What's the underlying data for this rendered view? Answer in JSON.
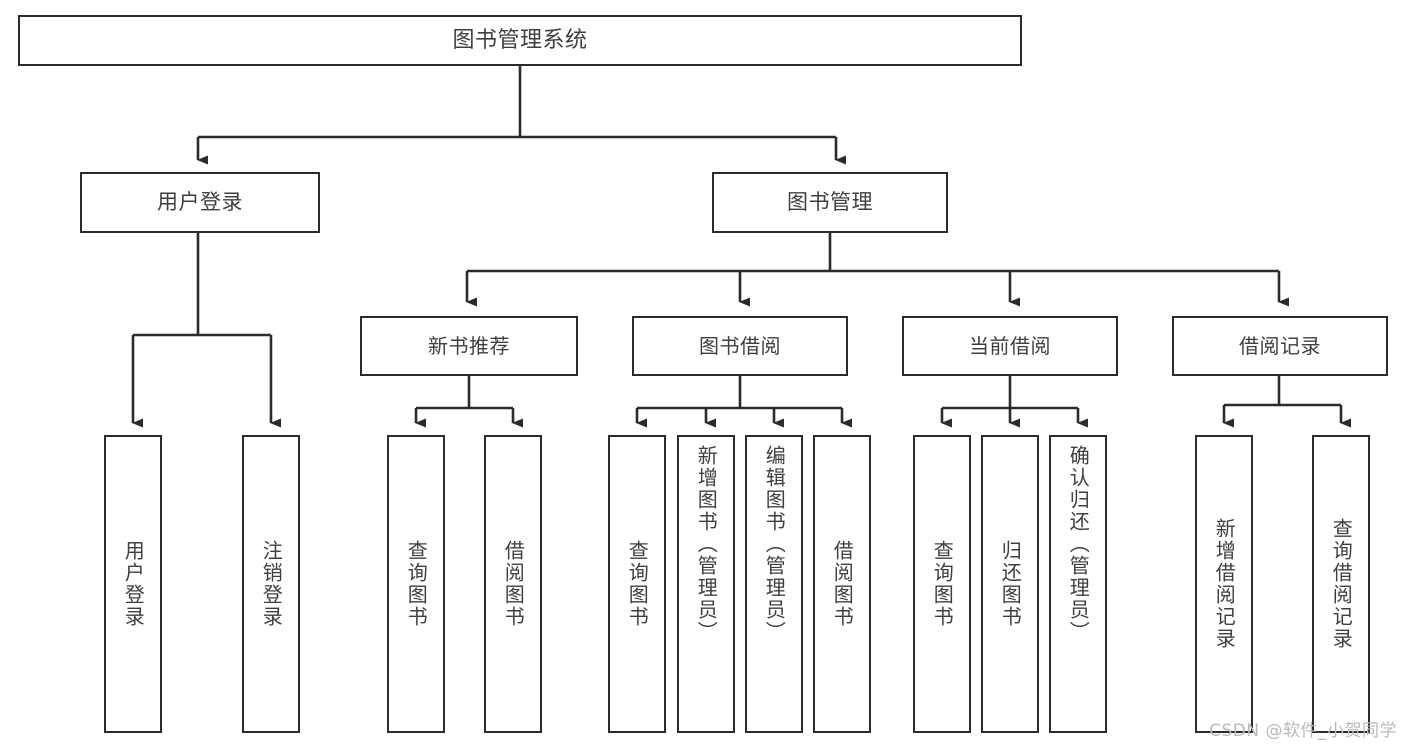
{
  "diagram": {
    "title": "图书管理系统",
    "root": {
      "label": "图书管理系统"
    },
    "level1": [
      {
        "label": "用户登录"
      },
      {
        "label": "图书管理"
      }
    ],
    "level2": [
      {
        "label": "新书推荐"
      },
      {
        "label": "图书借阅"
      },
      {
        "label": "当前借阅"
      },
      {
        "label": "借阅记录"
      }
    ],
    "leaves": {
      "user_login": [
        {
          "label": "用户登录"
        },
        {
          "label": "注销登录"
        }
      ],
      "new_book_recommend": [
        {
          "label": "查询图书"
        },
        {
          "label": "借阅图书"
        }
      ],
      "book_borrow": [
        {
          "label": "查询图书"
        },
        {
          "label": "新增图书（管理员）"
        },
        {
          "label": "编辑图书（管理员）"
        },
        {
          "label": "借阅图书"
        }
      ],
      "current_borrow": [
        {
          "label": "查询图书"
        },
        {
          "label": "归还图书"
        },
        {
          "label": "确认归还（管理员）"
        }
      ],
      "borrow_record": [
        {
          "label": "新增借阅记录"
        },
        {
          "label": "查询借阅记录"
        }
      ]
    }
  },
  "watermark": {
    "text": "CSDN @软件_小贺同学"
  },
  "colors": {
    "box_border": "#2b2b2b",
    "text": "#3f3f3f",
    "line": "#2b2b2b",
    "background": "#ffffff",
    "watermark": "#b9b9b9"
  }
}
